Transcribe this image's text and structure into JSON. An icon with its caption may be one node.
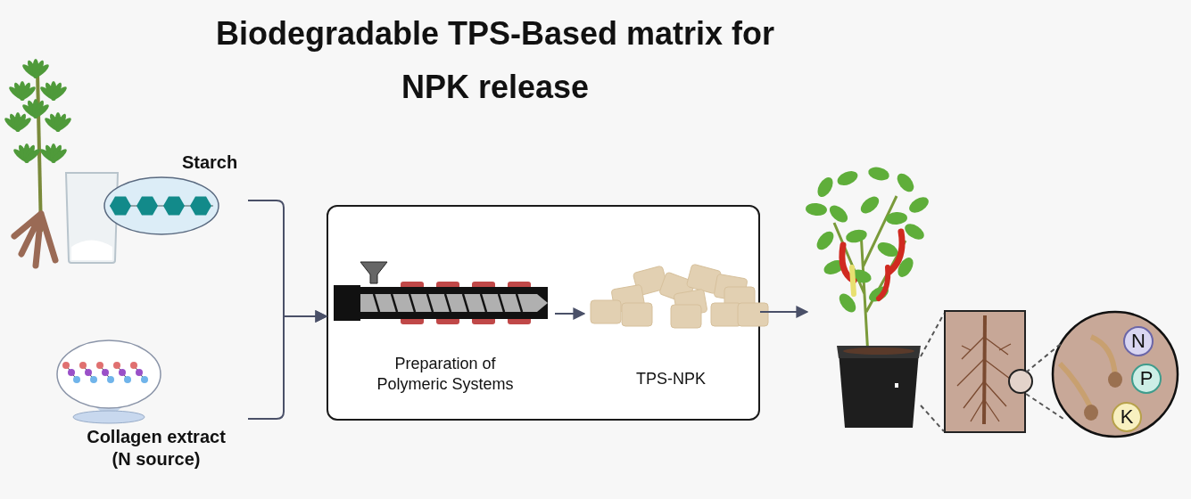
{
  "diagram": {
    "title": "Biodegradable TPS-Based matrix for NPK release",
    "nodes": [
      {
        "text": [
          "Starch"
        ]
      },
      {
        "text": [
          "Collagen extract (N source)"
        ]
      },
      {
        "text": [],
        "shape": "box"
      },
      {
        "text": [
          "Preparation of Polymeric Systems"
        ],
        "in": 2
      },
      {
        "text": [
          "TPS-NPK"
        ],
        "in": 2
      },
      {
        "text": [],
        "shape": "picture"
      },
      {
        "text": [],
        "shape": "picture"
      },
      {
        "text": [],
        "shape": "circle"
      },
      {
        "text": [
          "N"
        ],
        "in": 7
      },
      {
        "text": [
          "P"
        ],
        "in": 7
      },
      {
        "text": [
          "K"
        ],
        "in": 7
      }
    ],
    "edges": [
      {
        "from": 0,
        "to": 2,
        "arrow": "to"
      },
      {
        "from": 1,
        "to": 2,
        "arrow": "to"
      },
      {
        "from": 3,
        "to": 4,
        "arrow": "to"
      },
      {
        "from": 2,
        "to": 5,
        "arrow": "to"
      },
      {
        "from": 5,
        "to": 6,
        "arrow": "none",
        "style": "dashed"
      },
      {
        "from": 6,
        "to": 7,
        "arrow": "none",
        "style": "dashed"
      }
    ]
  }
}
